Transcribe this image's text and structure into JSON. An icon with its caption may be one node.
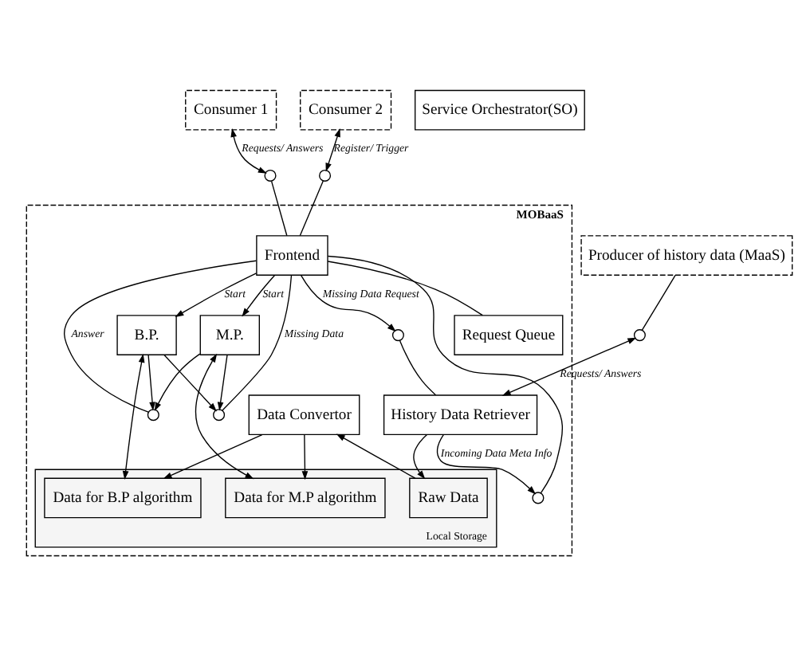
{
  "diagram": {
    "nodes": [
      {
        "text": [
          "Consumer 1"
        ]
      },
      {
        "text": [
          "Consumer 2"
        ]
      },
      {
        "text": [
          "Producer of history data (MaaS)"
        ]
      },
      {
        "text": [
          "MOBaaS"
        ]
      },
      {
        "text": [
          "Frontend"
        ],
        "in": 3
      },
      {
        "text": [
          "History Data Retriever"
        ],
        "in": 3
      },
      {
        "text": [
          "Request Queue"
        ],
        "in": 3
      },
      {
        "text": [
          "M.P."
        ],
        "in": 3
      },
      {
        "text": [
          "B.P."
        ],
        "in": 3
      },
      {
        "text": [
          "Local Storage"
        ],
        "in": 3
      },
      {
        "text": [
          "Data for M.P algorithm"
        ],
        "in": 9
      },
      {
        "text": [
          "Data for B.P algorithm"
        ],
        "in": 9
      },
      {
        "text": [
          "Raw Data"
        ],
        "in": 9
      },
      {
        "text": [
          "Data Convertor"
        ],
        "in": 3
      },
      {
        "text": [
          "Service Orchestrator(SO)"
        ]
      },
      {
        "text": [],
        "shape": "circle"
      },
      {
        "text": [],
        "shape": "circle"
      },
      {
        "text": [],
        "shape": "circle"
      },
      {
        "text": [],
        "shape": "circle",
        "in": 3
      },
      {
        "text": [],
        "shape": "circle",
        "in": 3
      },
      {
        "text": [],
        "shape": "circle",
        "in": 3
      },
      {
        "text": [],
        "shape": "circle",
        "in": 3
      }
    ],
    "edges": [
      {
        "from": 0,
        "to": 15,
        "arrow": "both",
        "label": "Requests/ Answers"
      },
      {
        "from": 15,
        "to": 4,
        "arrow": "none"
      },
      {
        "from": 1,
        "to": 16,
        "arrow": "both",
        "label": "Register/ Trigger"
      },
      {
        "from": 16,
        "to": 4,
        "arrow": "none"
      },
      {
        "from": 2,
        "to": 17,
        "arrow": "none"
      },
      {
        "from": 17,
        "to": 5,
        "arrow": "both",
        "label": "Requests/ Answers"
      },
      {
        "from": 5,
        "to": 18,
        "arrow": "to",
        "label": "Incoming Data Meta Info"
      },
      {
        "from": 18,
        "to": 4,
        "arrow": "none"
      },
      {
        "from": 4,
        "to": 19,
        "arrow": "to",
        "label": "Missing Data Request"
      },
      {
        "from": 19,
        "to": 5,
        "arrow": "none"
      },
      {
        "from": 4,
        "to": 7,
        "arrow": "to",
        "label": "Start"
      },
      {
        "from": 4,
        "to": 8,
        "arrow": "to",
        "label": "Start"
      },
      {
        "from": 4,
        "to": 6,
        "arrow": "none"
      },
      {
        "from": 20,
        "to": 4,
        "arrow": "none",
        "label": "Answer"
      },
      {
        "from": 21,
        "to": 4,
        "arrow": "none",
        "label": "Missing Data"
      },
      {
        "from": 7,
        "to": 20,
        "arrow": "to"
      },
      {
        "from": 7,
        "to": 21,
        "arrow": "to"
      },
      {
        "from": 8,
        "to": 20,
        "arrow": "to"
      },
      {
        "from": 8,
        "to": 21,
        "arrow": "to"
      },
      {
        "from": 7,
        "to": 10,
        "arrow": "both"
      },
      {
        "from": 8,
        "to": 11,
        "arrow": "both"
      },
      {
        "from": 5,
        "to": 12,
        "arrow": "to"
      },
      {
        "from": 12,
        "to": 13,
        "arrow": "to"
      },
      {
        "from": 13,
        "to": 10,
        "arrow": "to"
      },
      {
        "from": 13,
        "to": 11,
        "arrow": "to"
      }
    ]
  }
}
